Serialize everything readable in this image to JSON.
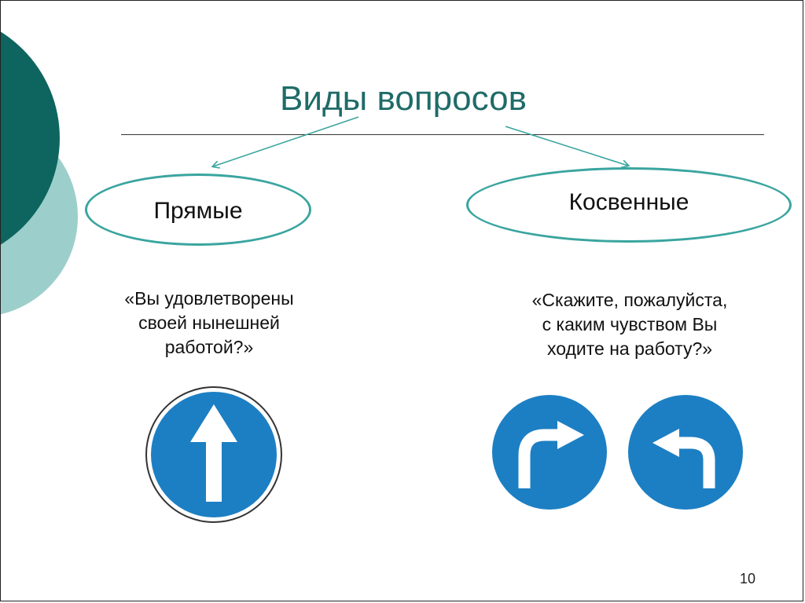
{
  "slide": {
    "title": "Виды вопросов",
    "page_number": "10"
  },
  "left": {
    "label": "Прямые",
    "quote_lines": [
      "«Вы удовлетворены",
      "своей нынешней",
      "работой?»"
    ],
    "sign_icon": "straight-arrow-sign-icon"
  },
  "right": {
    "label": "Косвенные",
    "quote_lines": [
      "«Скажите, пожалуйста,",
      "с каким чувством Вы",
      "ходите на работу?»"
    ],
    "sign_icons": [
      "turn-right-sign-icon",
      "turn-left-sign-icon"
    ]
  },
  "colors": {
    "title": "#1f6b68",
    "accent": "#3aa59f",
    "deco_dark": "#0e655f",
    "deco_light": "#9ccfcb",
    "sign_blue": "#1d7fc3"
  }
}
